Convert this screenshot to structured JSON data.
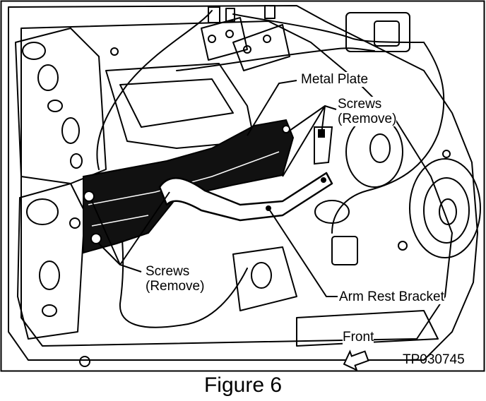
{
  "labels": {
    "metal_plate": "Metal Plate",
    "screws_top_line1": "Screws",
    "screws_top_line2": "(Remove)",
    "screws_left_line1": "Screws",
    "screws_left_line2": "(Remove)",
    "arm_rest_bracket": "Arm Rest Bracket",
    "front": "Front"
  },
  "figure_code": "TP030745",
  "caption": "Figure 6"
}
